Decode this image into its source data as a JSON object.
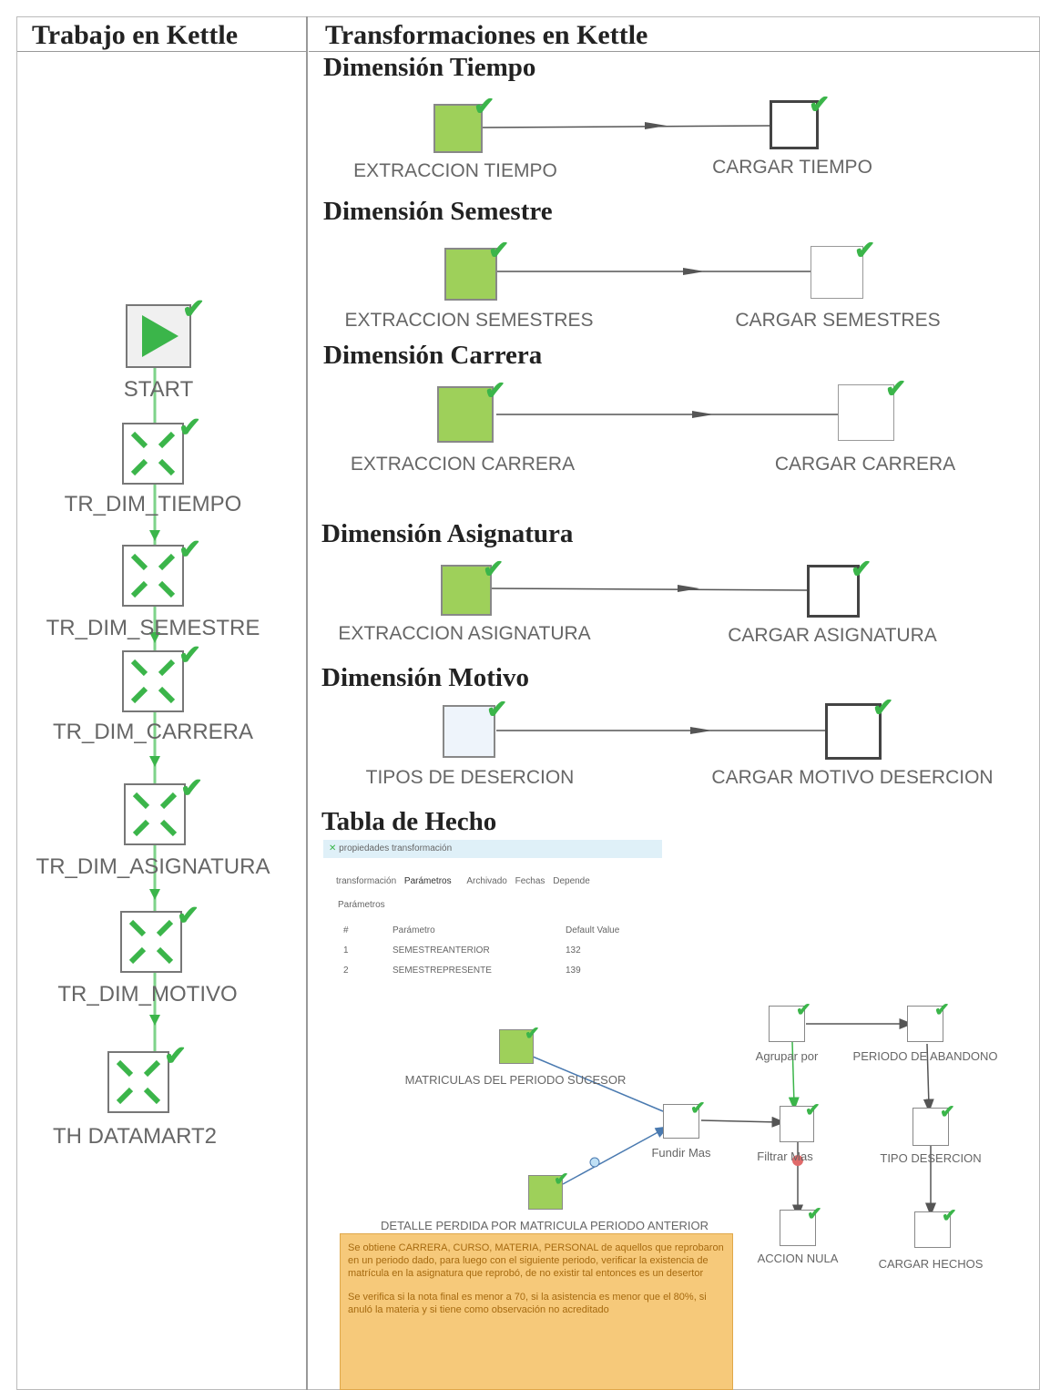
{
  "headers": {
    "left": "Trabajo en Kettle",
    "right": "Transformaciones en Kettle"
  },
  "job": {
    "start_label": "START",
    "steps": [
      "TR_DIM_TIEMPO",
      "TR_DIM_SEMESTRE",
      "TR_DIM_CARRERA",
      "TR_DIM_ASIGNATURA",
      "TR_DIM_MOTIVO",
      "TH DATAMART2"
    ]
  },
  "transformations": {
    "tiempo": {
      "title": "Dimensión Tiempo",
      "source": "EXTRACCION TIEMPO",
      "target": "CARGAR TIEMPO"
    },
    "semestre": {
      "title": "Dimensión Semestre",
      "source": "EXTRACCION SEMESTRES",
      "target": "CARGAR SEMESTRES"
    },
    "carrera": {
      "title": "Dimensión Carrera",
      "source": "EXTRACCION CARRERA",
      "target": "CARGAR CARRERA"
    },
    "asignatura": {
      "title": "Dimensión Asignatura",
      "source": "EXTRACCION ASIGNATURA",
      "target": "CARGAR ASIGNATURA"
    },
    "motivo": {
      "title": "Dimensión Motivo",
      "source": "TIPOS DE DESERCION",
      "target": "CARGAR MOTIVO DESERCION"
    }
  },
  "hecho": {
    "title": "Tabla de Hecho",
    "panel": {
      "window_title": "propiedades transformación",
      "tabs": [
        "transformación",
        "Parámetros",
        "Archivado",
        "Fechas",
        "Depende"
      ],
      "section": "Parámetros",
      "columns": [
        "#",
        "Parámetro",
        "Default Value"
      ],
      "rows": [
        [
          "1",
          "SEMESTREANTERIOR",
          "132"
        ],
        [
          "2",
          "SEMESTREPRESENTE",
          "139"
        ]
      ]
    },
    "steps": {
      "matriculas": "MATRICULAS DEL PERIODO SUCESOR",
      "detalle": "DETALLE PERDIDA POR MATRICULA PERIODO ANTERIOR",
      "fundir": "Fundir Mas",
      "agrupar": "Agrupar por",
      "periodo": "PERIODO DE ABANDONO",
      "filtrar": "Filtrar Mas",
      "tipo": "TIPO DESERCION",
      "accion": "ACCION NULA",
      "cargar": "CARGAR HECHOS"
    },
    "note": {
      "p1": "Se obtiene CARRERA, CURSO, MATERIA, PERSONAL de aquellos que reprobaron en un periodo dado, para luego con el siguiente periodo, verificar la existencia de matrícula en la asignatura que reprobó, de no existir tal entonces es un desertor",
      "p2": "Se verifica si la nota final es menor a 70, si la asistencia es menor que el 80%, si anuló la materia y si tiene como observación no acreditado"
    }
  },
  "colors": {
    "check": "#3bb54a",
    "job_line": "#7ed38a",
    "note_bg": "#f6c97a"
  }
}
